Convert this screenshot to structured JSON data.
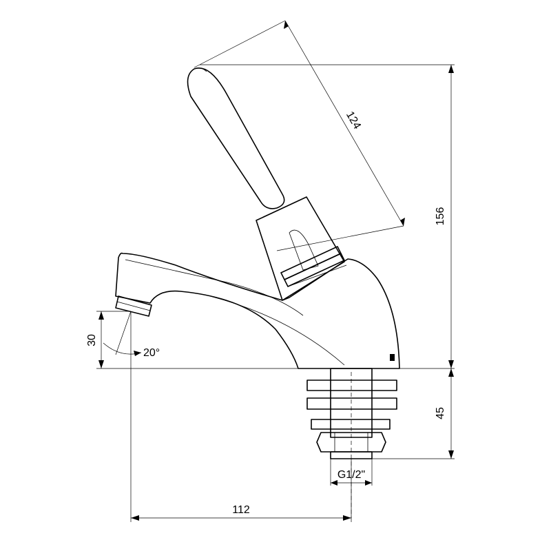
{
  "dimensions": {
    "lever_length": "124",
    "overall_height": "156",
    "spout_height": "30",
    "spout_angle": "20°",
    "shank_height": "45",
    "thread_size": "G1/2\"",
    "reach": "112"
  }
}
